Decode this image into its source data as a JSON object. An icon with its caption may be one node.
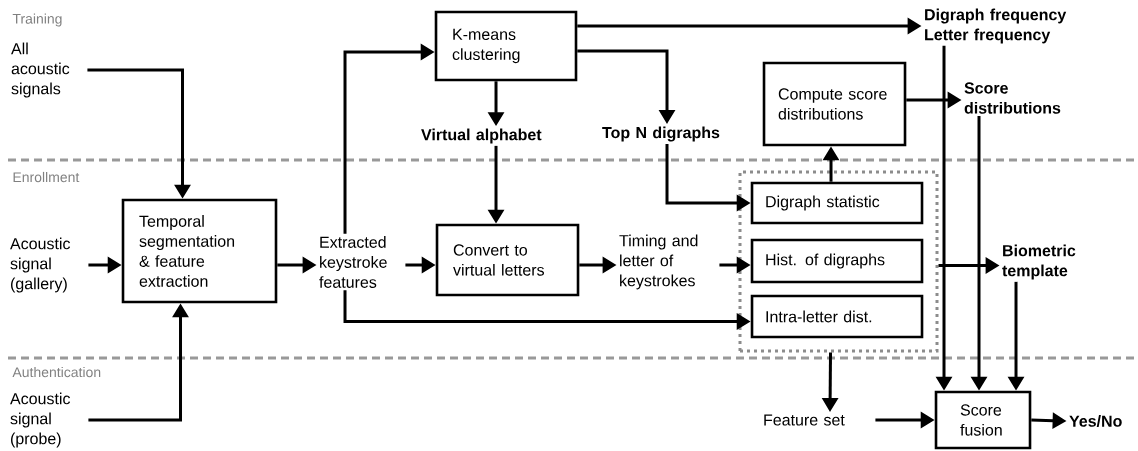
{
  "diagram": {
    "nodes": [
      {
        "text": [
          "All acoustic signals"
        ]
      },
      {
        "text": [
          "Acoustic signal (gallery)"
        ]
      },
      {
        "text": [
          "Acoustic signal (probe)"
        ]
      },
      {
        "text": [
          "Temporal segmentation & feature extraction"
        ]
      },
      {
        "text": [
          "Extracted keystroke features"
        ]
      },
      {
        "text": [
          "K-means clustering"
        ]
      },
      {
        "text": [
          "Virtual alphabet"
        ]
      },
      {
        "text": [
          "Convert to virtual letters"
        ]
      },
      {
        "text": [
          "Timing and letter of keystrokes"
        ]
      },
      {
        "text": [
          "Top N digraphs"
        ]
      },
      {
        "text": [
          "Digraph frequency Letter frequency"
        ]
      },
      {
        "text": [
          "Compute score distributions"
        ]
      },
      {
        "text": [
          "Score distributions"
        ]
      },
      {
        "text": [],
        "shape": "box"
      },
      {
        "text": [
          "Digraph statistic"
        ],
        "in": 13
      },
      {
        "text": [
          "Hist. of digraphs"
        ],
        "in": 13
      },
      {
        "text": [
          "Intra-letter dist."
        ],
        "in": 13
      },
      {
        "text": [
          "Biometric template"
        ]
      },
      {
        "text": [
          "Feature set"
        ]
      },
      {
        "text": [
          "Score fusion"
        ]
      },
      {
        "text": [
          "Yes/No"
        ]
      }
    ],
    "edges": [
      {
        "from": 0,
        "to": 3,
        "arrow": "to"
      },
      {
        "from": 1,
        "to": 3,
        "arrow": "to"
      },
      {
        "from": 2,
        "to": 3,
        "arrow": "to"
      },
      {
        "from": 3,
        "to": 4,
        "arrow": "to"
      },
      {
        "from": 4,
        "to": 5,
        "arrow": "to"
      },
      {
        "from": 4,
        "to": 7,
        "arrow": "to"
      },
      {
        "from": 4,
        "to": 16,
        "arrow": "to"
      },
      {
        "from": 5,
        "to": 6,
        "arrow": "to"
      },
      {
        "from": 5,
        "to": 9,
        "arrow": "to"
      },
      {
        "from": 5,
        "to": 10,
        "arrow": "to"
      },
      {
        "from": 6,
        "to": 7,
        "arrow": "to"
      },
      {
        "from": 7,
        "to": 8,
        "arrow": "to"
      },
      {
        "from": 9,
        "to": 14,
        "arrow": "to"
      },
      {
        "from": 8,
        "to": 15,
        "arrow": "to"
      },
      {
        "from": 14,
        "to": 11,
        "arrow": "to"
      },
      {
        "from": 11,
        "to": 12,
        "arrow": "to"
      },
      {
        "from": 13,
        "to": 17,
        "arrow": "to"
      },
      {
        "from": 13,
        "to": 18,
        "arrow": "to"
      },
      {
        "from": 10,
        "to": 19,
        "arrow": "to"
      },
      {
        "from": 12,
        "to": 19,
        "arrow": "to"
      },
      {
        "from": 17,
        "to": 19,
        "arrow": "to"
      },
      {
        "from": 18,
        "to": 19,
        "arrow": "to"
      },
      {
        "from": 19,
        "to": 20,
        "arrow": "to"
      }
    ],
    "labels": [
      "Training",
      "Enrollment",
      "Authentication"
    ]
  }
}
